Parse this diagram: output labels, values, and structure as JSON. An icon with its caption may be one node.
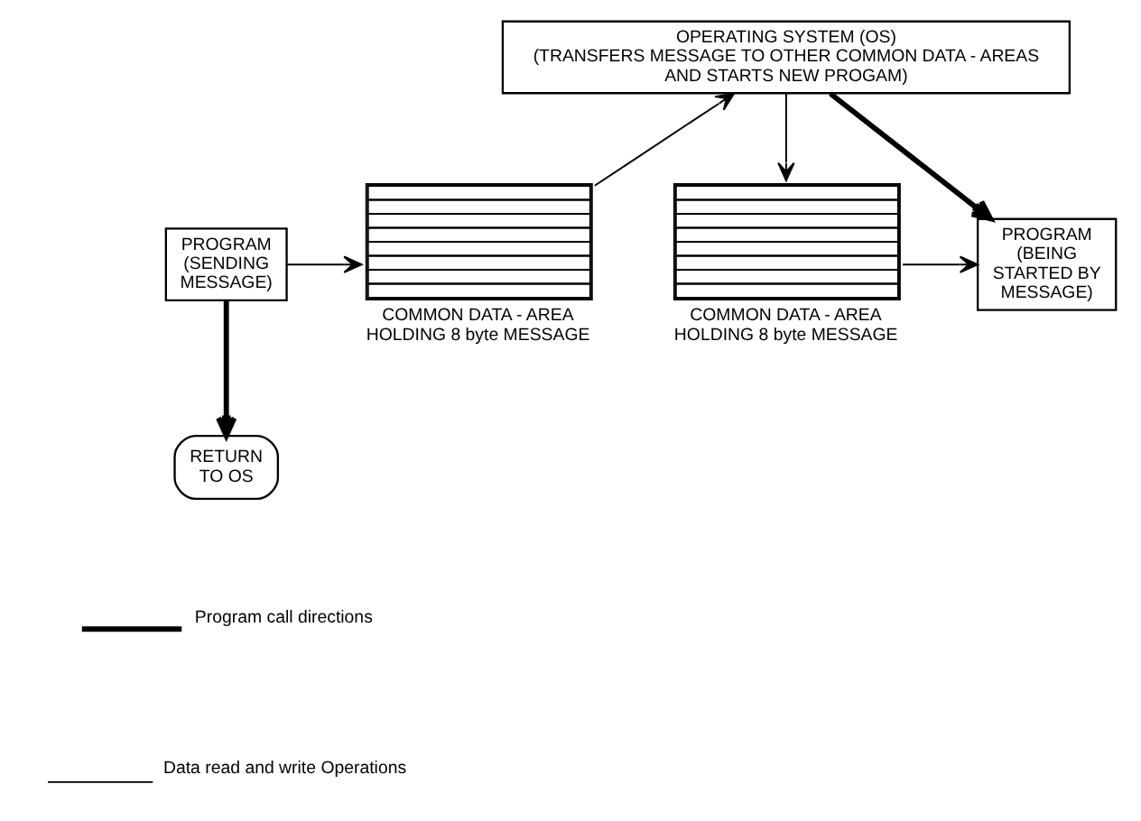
{
  "diagram": {
    "nodes": [
      {
        "text": [
          "OPERATING SYSTEM (OS)",
          "(TRANSFERS MESSAGE TO OTHER COMMON DATA - AREAS AND STARTS NEW PROGAM)"
        ]
      },
      {
        "text": [
          "PROGRAM (SENDING MESSAGE)"
        ]
      },
      {
        "text": [],
        "shape": "box",
        "beside": [
          "COMMON DATA - AREA HOLDING 8 byte MESSAGE"
        ]
      },
      {
        "text": [],
        "shape": "box",
        "beside": [
          "COMMON DATA - AREA HOLDING 8 byte MESSAGE"
        ]
      },
      {
        "text": [
          "PROGRAM (BEING STARTED BY MESSAGE)"
        ]
      },
      {
        "text": [
          "RETURN TO OS"
        ]
      }
    ],
    "edges": [
      {
        "from": 1,
        "to": 2,
        "arrow": "to"
      },
      {
        "from": 2,
        "to": 0,
        "arrow": "to"
      },
      {
        "from": 0,
        "to": 3,
        "arrow": "to"
      },
      {
        "from": 3,
        "to": 4,
        "arrow": "to"
      },
      {
        "from": 0,
        "to": 4,
        "arrow": "to",
        "style": "thick"
      },
      {
        "from": 1,
        "to": 5,
        "arrow": "to",
        "style": "thick"
      }
    ],
    "legend": [
      {
        "text": "Program call directions"
      },
      {
        "text": "Data read and write Operations"
      }
    ]
  }
}
